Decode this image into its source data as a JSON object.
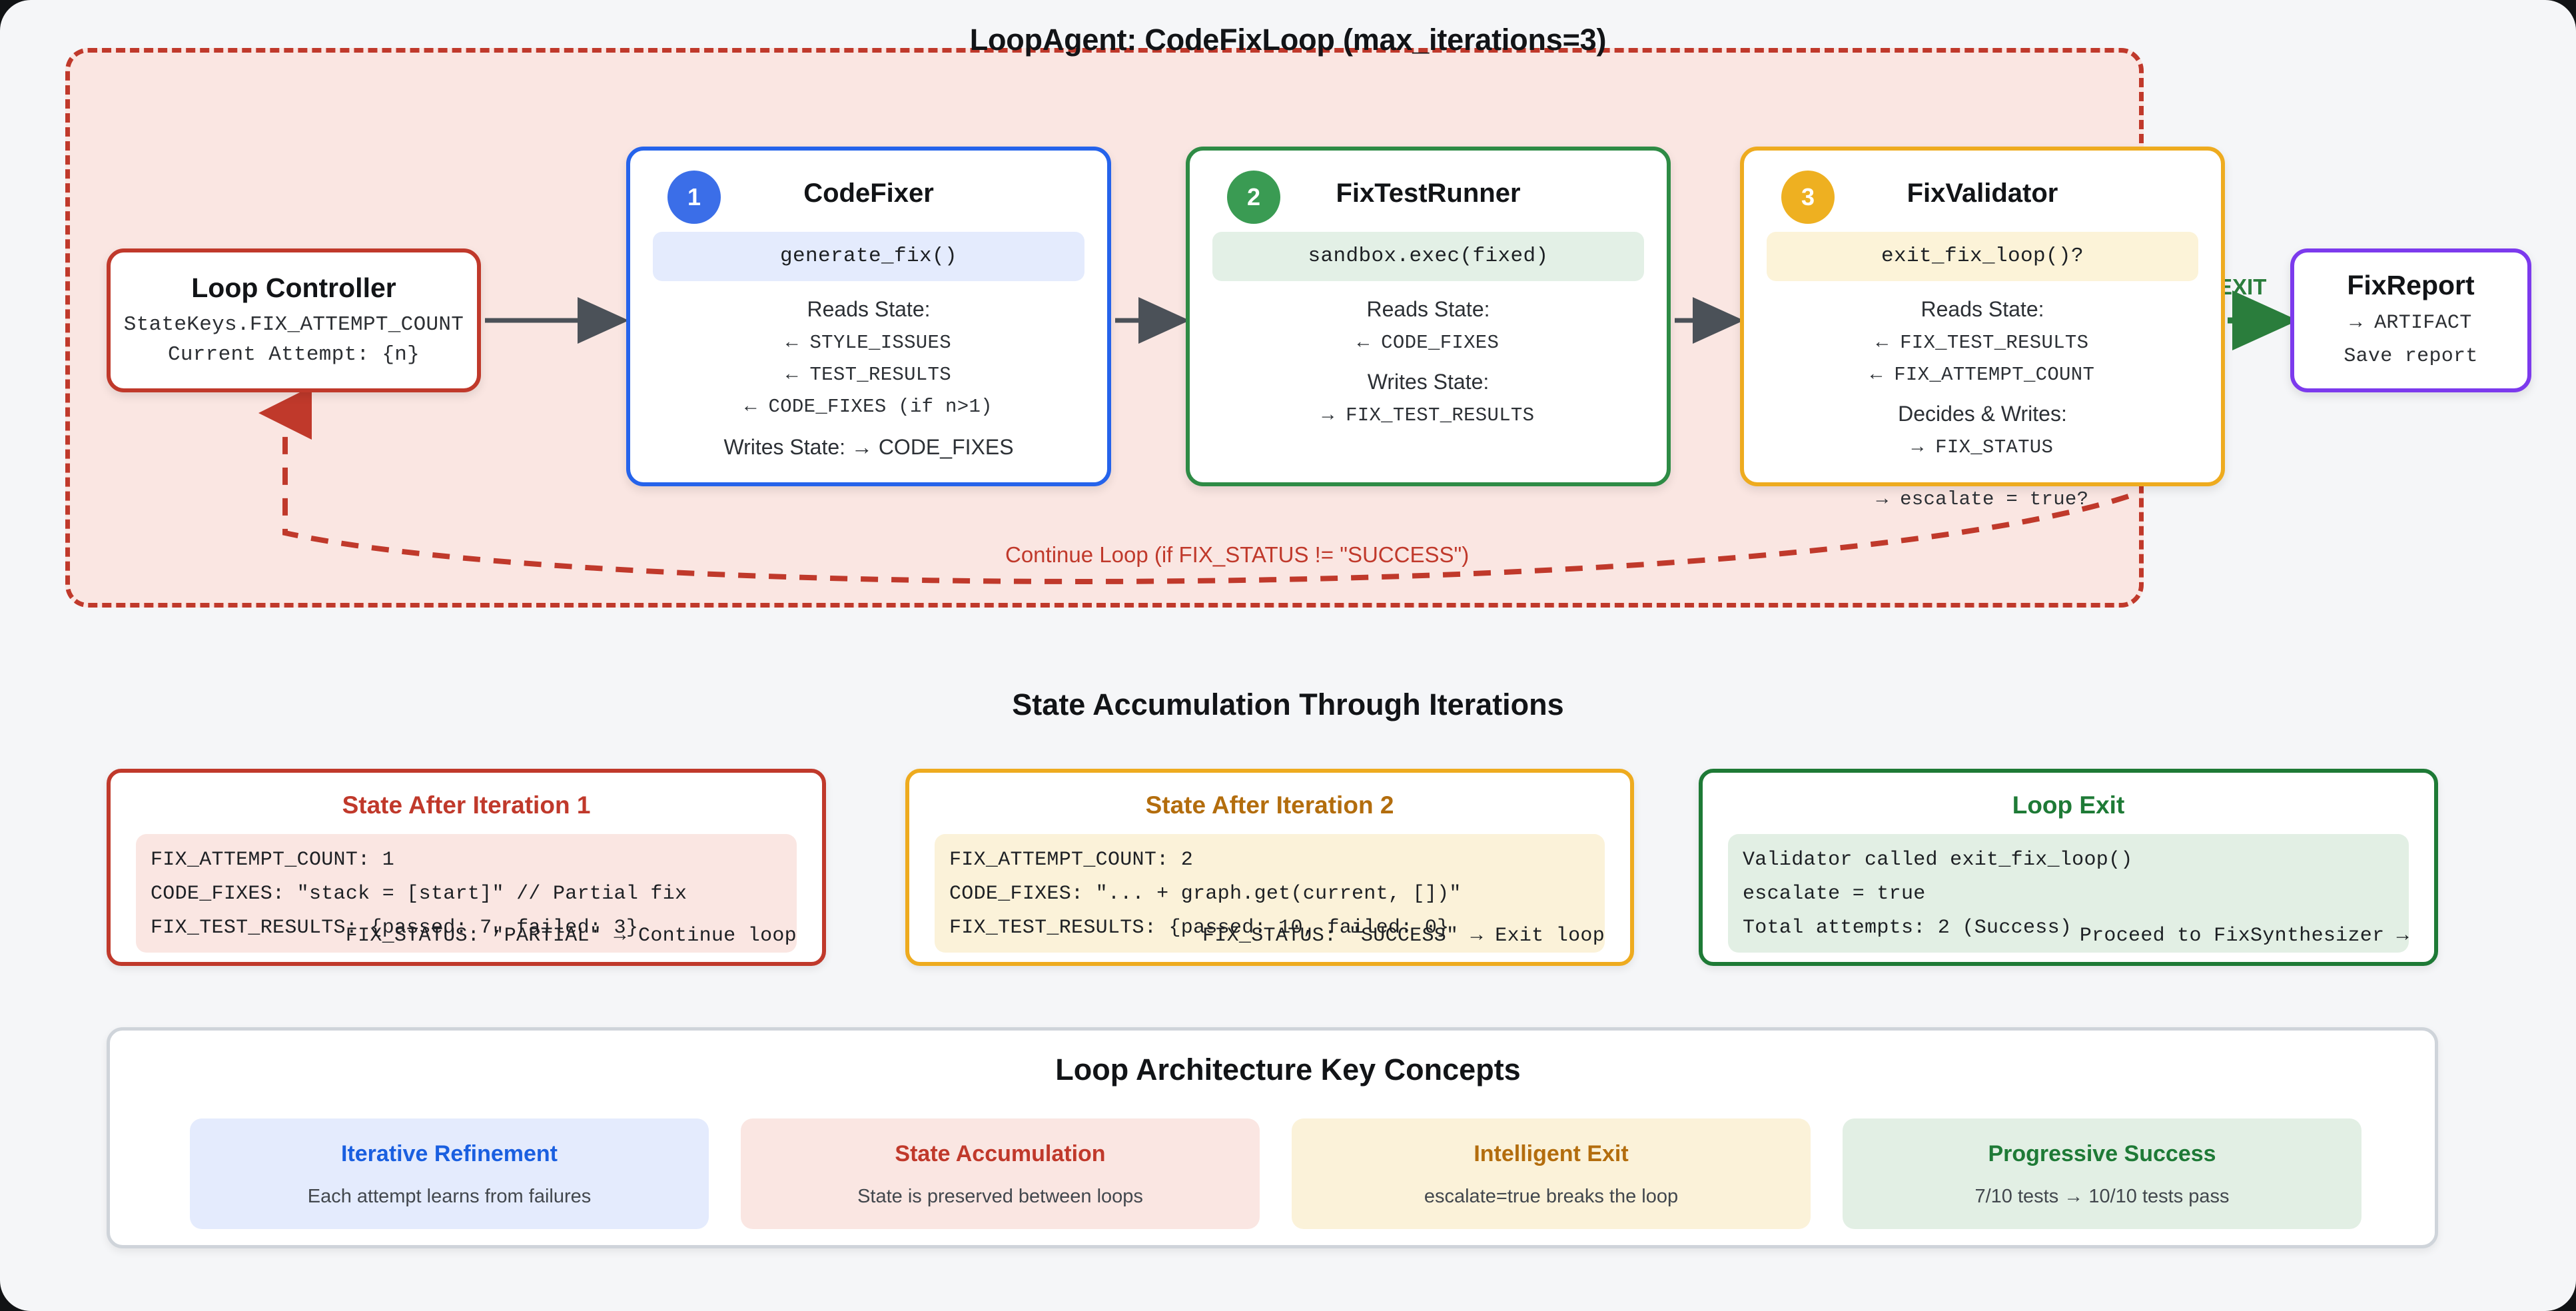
{
  "loop": {
    "title": "LoopAgent: CodeFixLoop (max_iterations=3)",
    "controller": {
      "title": "Loop Controller",
      "line1": "StateKeys.FIX_ATTEMPT_COUNT",
      "line2": "Current Attempt: {n}"
    },
    "steps": [
      {
        "badge": "1",
        "title": "CodeFixer",
        "code": "generate_fix()",
        "reads_label": "Reads State:",
        "reads": [
          "← STYLE_ISSUES",
          "← TEST_RESULTS",
          "← CODE_FIXES (if n>1)"
        ],
        "writes_inline": "Writes State: → CODE_FIXES"
      },
      {
        "badge": "2",
        "title": "FixTestRunner",
        "code": "sandbox.exec(fixed)",
        "reads_label": "Reads State:",
        "reads": [
          "← CODE_FIXES"
        ],
        "writes_label": "Writes State:",
        "writes": [
          "→ FIX_TEST_RESULTS"
        ]
      },
      {
        "badge": "3",
        "title": "FixValidator",
        "code": "exit_fix_loop()?",
        "reads_label": "Reads State:",
        "reads": [
          "← FIX_TEST_RESULTS",
          "← FIX_ATTEMPT_COUNT"
        ],
        "writes_label": "Decides & Writes:",
        "writes": [
          "→ FIX_STATUS"
        ],
        "overflow": "→ escalate = true?"
      }
    ],
    "exit_label": "EXIT",
    "report": {
      "title": "FixReport",
      "line1": "→ ARTIFACT",
      "line2": "Save report"
    },
    "continue_label": "Continue Loop (if FIX_STATUS != \"SUCCESS\")"
  },
  "state_section": {
    "heading": "State Accumulation Through Iterations",
    "cards": [
      {
        "title": "State After Iteration 1",
        "rows": [
          "FIX_ATTEMPT_COUNT: 1",
          "CODE_FIXES: \"stack = [start]\" // Partial fix",
          "FIX_TEST_RESULTS: {passed: 7, failed: 3}"
        ],
        "footer": "FIX_STATUS: \"PARTIAL\" → Continue loop"
      },
      {
        "title": "State After Iteration 2",
        "rows": [
          "FIX_ATTEMPT_COUNT: 2",
          "CODE_FIXES: \"... + graph.get(current, [])\"",
          "FIX_TEST_RESULTS: {passed: 10, failed: 0}"
        ],
        "footer": "FIX_STATUS: \"SUCCESS\" → Exit loop"
      },
      {
        "title": "Loop Exit",
        "rows": [
          "Validator called exit_fix_loop()",
          "escalate = true",
          "Total attempts: 2 (Success)"
        ],
        "footer": "Proceed to FixSynthesizer →"
      }
    ]
  },
  "concepts_section": {
    "heading": "Loop Architecture Key Concepts",
    "items": [
      {
        "title": "Iterative Refinement",
        "desc": "Each attempt learns from failures"
      },
      {
        "title": "State Accumulation",
        "desc": "State is preserved between loops"
      },
      {
        "title": "Intelligent Exit",
        "desc": "escalate=true breaks the loop"
      },
      {
        "title": "Progressive Success",
        "desc": "7/10 tests → 10/10 tests pass"
      }
    ]
  },
  "colors": {
    "loop_border": "#c0392b",
    "loop_bg": "#fae6e2",
    "step1": "#2563eb",
    "step2": "#2e8b45",
    "step3": "#eeab1f",
    "report": "#7c3aed",
    "exit": "#2a7d3c",
    "page_bg": "#f5f6f8"
  }
}
